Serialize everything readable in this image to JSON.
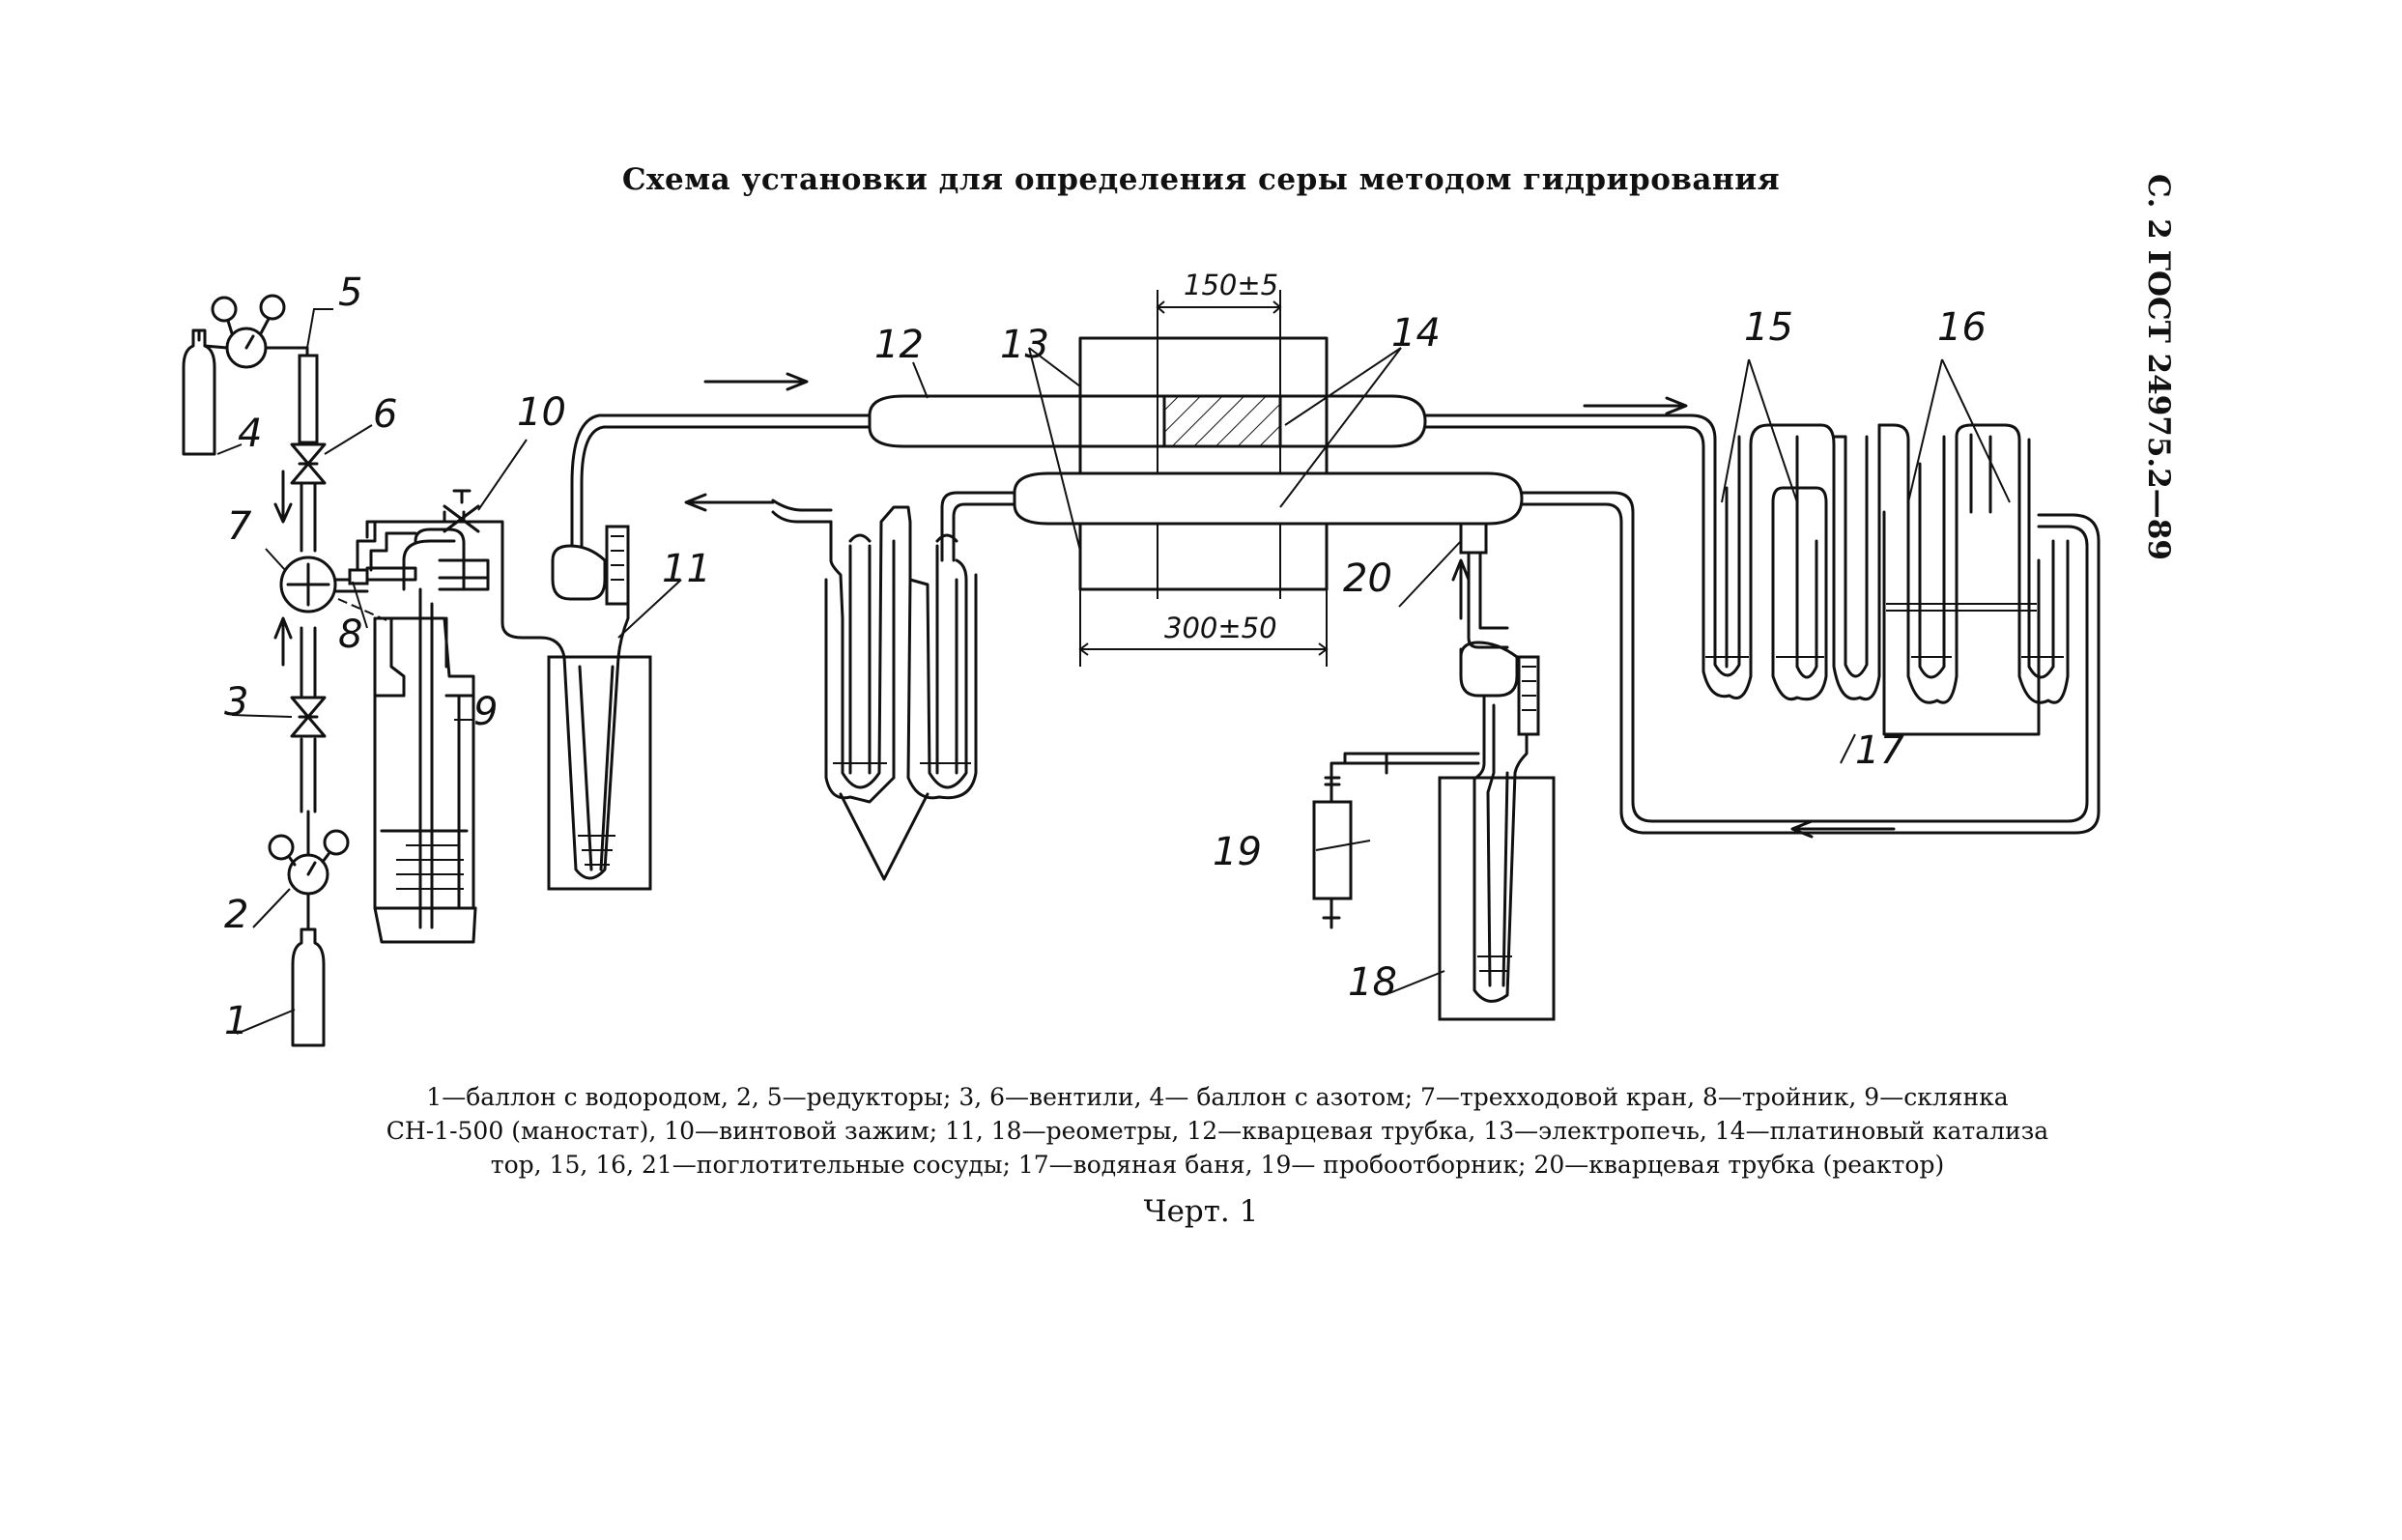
{
  "title": "Схема установки для определения серы методом гидрирования",
  "side_label": "С. 2 ГОСТ 24975.2—89",
  "labels": {
    "l1": "1",
    "l2": "2",
    "l3": "3",
    "l4": "4",
    "l5": "5",
    "l6": "6",
    "l7": "7",
    "l8": "8",
    "l9": "9",
    "l10": "10",
    "l11": "11",
    "l12": "12",
    "l13": "13",
    "l14": "14",
    "l15": "15",
    "l16": "16",
    "l17": "17",
    "l18": "18",
    "l19": "19",
    "l20": "20"
  },
  "dimensions": {
    "top": "150±5",
    "bottom": "300±50"
  },
  "caption": {
    "line1": "1—баллон с водородом, 2, 5—редукторы; 3, 6—вентили, 4— баллон с азотом; 7—трехходовой кран, 8—тройник, 9—склянка",
    "line2": "СН-1-500 (маностат), 10—винтовой зажим; 11, 18—реометры, 12—кварцевая трубка, 13—электропечь, 14—платиновый катализа",
    "line3": "тор, 15, 16, 21—поглотительные сосуды; 17—водяная баня, 19— пробоотборник; 20—кварцевая трубка (реактор)"
  },
  "figure_label": "Черт. 1"
}
